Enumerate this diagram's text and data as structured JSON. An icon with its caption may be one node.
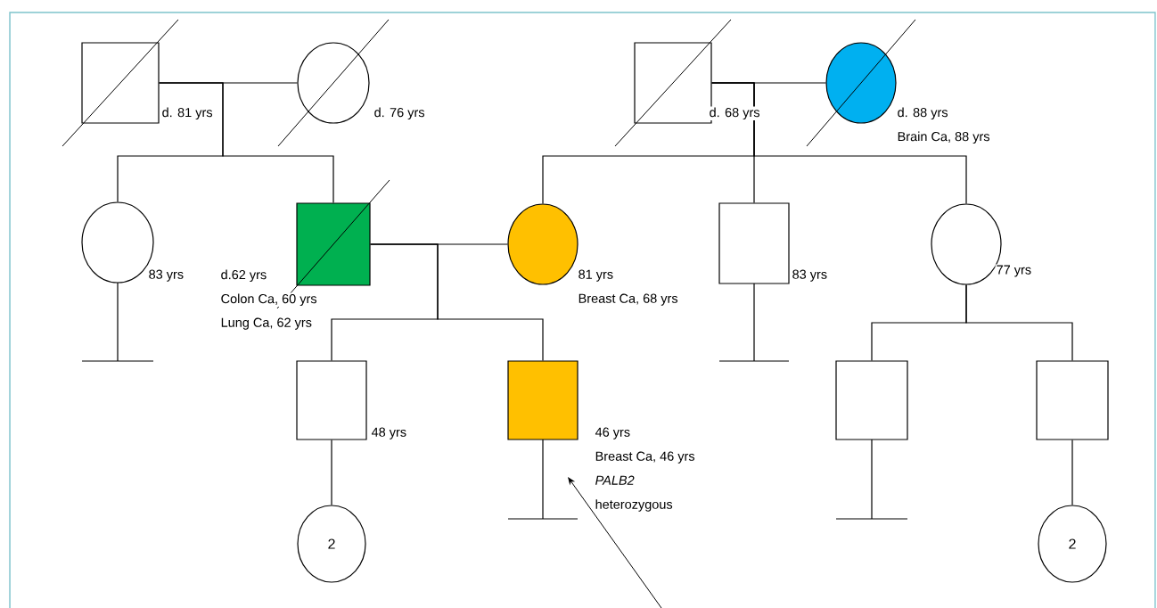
{
  "diagram": {
    "nodes": [
      {
        "text": [],
        "shape": "box",
        "beside": [
          "d. 81 yrs"
        ]
      },
      {
        "text": [],
        "shape": "circle",
        "beside": [
          "d. 76 yrs"
        ]
      },
      {
        "text": [],
        "shape": "box",
        "beside": [
          "d. 68 yrs"
        ]
      },
      {
        "text": [],
        "shape": "circle",
        "beside": [
          "d. 88 yrs",
          "Brain Ca, 88 yrs"
        ]
      },
      {
        "text": [],
        "shape": "circle",
        "beside": [
          "83 yrs"
        ]
      },
      {
        "text": [],
        "shape": "box",
        "beside": [
          "d.62 yrs",
          "Colon Ca, 60 yrs",
          "Lung Ca, 62 yrs"
        ]
      },
      {
        "text": [],
        "shape": "circle",
        "beside": [
          "81 yrs",
          "Breast Ca, 68 yrs"
        ]
      },
      {
        "text": [],
        "shape": "box",
        "beside": [
          "83 yrs"
        ]
      },
      {
        "text": [],
        "shape": "circle",
        "beside": [
          "77 yrs"
        ]
      },
      {
        "text": [],
        "shape": "box",
        "beside": [
          "48 yrs"
        ]
      },
      {
        "text": [],
        "shape": "box",
        "beside": [
          "46 yrs",
          "Breast Ca, 46 yrs",
          "*PALB2* heterozygous"
        ]
      },
      {
        "text": [],
        "shape": "box"
      },
      {
        "text": [],
        "shape": "box"
      },
      {
        "text": [
          "2"
        ]
      },
      {
        "text": [
          "2"
        ]
      }
    ],
    "edges": [
      {
        "from": 0,
        "to": 1,
        "arrow": "none"
      },
      {
        "from": 0,
        "to": 4,
        "arrow": "none"
      },
      {
        "from": 0,
        "to": 5,
        "arrow": "none"
      },
      {
        "from": 2,
        "to": 3,
        "arrow": "none"
      },
      {
        "from": 2,
        "to": 6,
        "arrow": "none"
      },
      {
        "from": 2,
        "to": 7,
        "arrow": "none"
      },
      {
        "from": 2,
        "to": 8,
        "arrow": "none"
      },
      {
        "from": 5,
        "to": 6,
        "arrow": "none"
      },
      {
        "from": 5,
        "to": 9,
        "arrow": "none"
      },
      {
        "from": 5,
        "to": 10,
        "arrow": "none"
      },
      {
        "from": 8,
        "to": 11,
        "arrow": "none"
      },
      {
        "from": 8,
        "to": 12,
        "arrow": "none"
      },
      {
        "from": 9,
        "to": 13,
        "arrow": "none"
      },
      {
        "from": 12,
        "to": 14,
        "arrow": "none"
      },
      {
        "from": null,
        "to": 10,
        "arrow": "to"
      }
    ]
  }
}
